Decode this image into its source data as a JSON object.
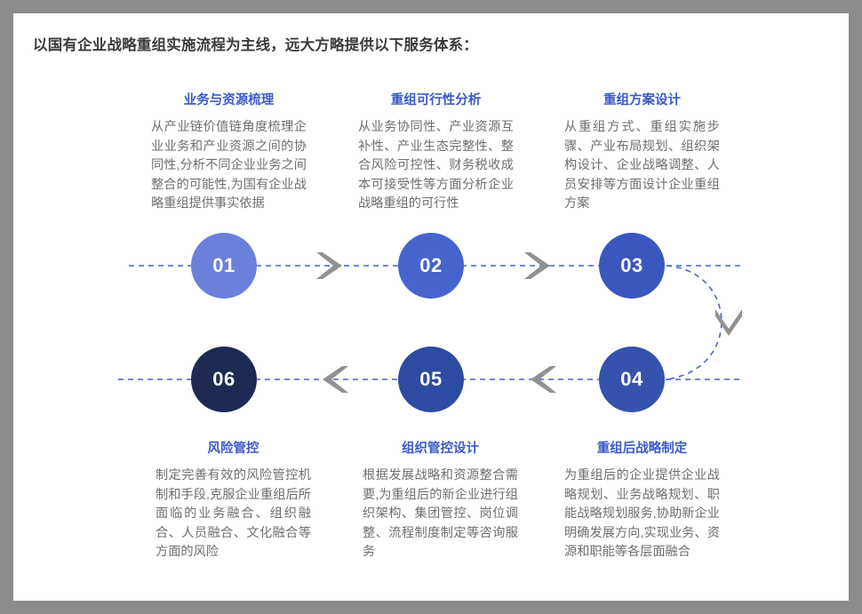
{
  "page": {
    "title": "以国有企业战略重组实施流程为主线，远大方略提供以下服务体系：",
    "border_color": "#8c8c8c",
    "background_color": "#ffffff",
    "heading_color": "#3a5bc7",
    "body_color": "#6e6e6e",
    "connector_color": "#4a64c8",
    "arrow_color": "#919191"
  },
  "steps": [
    {
      "number": "01",
      "heading": "业务与资源梳理",
      "body": "从产业链价值链角度梳理企业业务和产业资源之间的协同性,分析不同企业业务之间整合的可能性,为国有企业战略重组提供事实依据",
      "color": "#6a80da"
    },
    {
      "number": "02",
      "heading": "重组可行性分析",
      "body": "从业务协同性、产业资源互补性、产业生态完整性、整合风险可控性、财务税收成本可接受性等方面分析企业战略重组的可行性",
      "color": "#4665cc"
    },
    {
      "number": "03",
      "heading": "重组方案设计",
      "body": "从重组方式、重组实施步骤、产业布局规划、组织架构设计、企业战略调整、人员安排等方面设计企业重组方案",
      "color": "#3a57be"
    },
    {
      "number": "04",
      "heading": "重组后战略制定",
      "body": "为重组后的企业提供企业战略规划、业务战略规划、职能战略规划服务,协助新企业明确发展方向,实现业务、资源和职能等各层面融合",
      "color": "#3553ad"
    },
    {
      "number": "05",
      "heading": "组织管控设计",
      "body": "根据发展战略和资源整合需要,为重组后的新企业进行组织架构、集团管控、岗位调整、流程制度制定等咨询服务",
      "color": "#2d4ba0"
    },
    {
      "number": "06",
      "heading": "风险管控",
      "body": "制定完善有效的风险管控机制和手段,克服企业重组后所面临的业务融合、组织融合、人员融合、文化融合等方面的风险",
      "color": "#1e2a54"
    }
  ]
}
